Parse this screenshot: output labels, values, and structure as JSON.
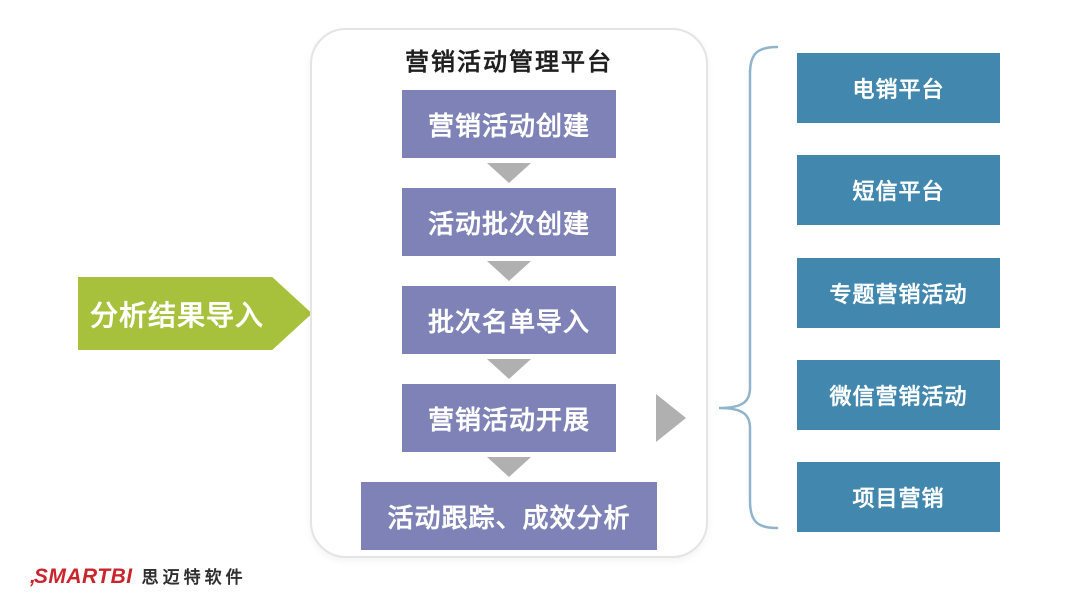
{
  "left_arrow": {
    "label": "分析结果导入",
    "color": "#a8c13c"
  },
  "platform": {
    "title": "营销活动管理平台",
    "steps": [
      "营销活动创建",
      "活动批次创建",
      "批次名单导入",
      "营销活动开展",
      "活动跟踪、成效分析"
    ],
    "step_color": "#7e82b7"
  },
  "channels": {
    "items": [
      "电销平台",
      "短信平台",
      "专题营销活动",
      "微信营销活动",
      "项目营销"
    ],
    "color": "#4287ae"
  },
  "connectors": {
    "arrow_color": "#b0b0b0",
    "brace_color": "#8fb4cd"
  },
  "footer": {
    "mark": ",",
    "brand": "SMARTBI",
    "brand_cn": "思迈特软件",
    "brand_color": "#c8252c"
  }
}
